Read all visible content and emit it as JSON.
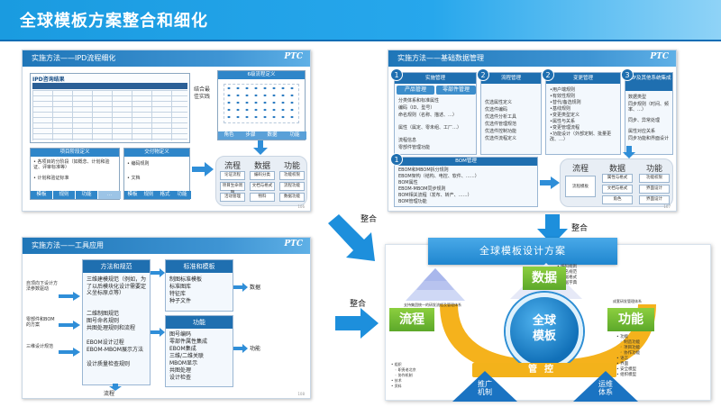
{
  "page_title": "全球模板方案整合和细化",
  "panels": {
    "ipd": {
      "title": "实施方法——IPD流程细化",
      "logo": "PTC",
      "consult_label": "IPD咨询结果",
      "six_level_label": "6级流程定义",
      "side_text": "结合最佳实践",
      "project_def_label": "项目阶段定义",
      "project_def_lines": [
        "• 各项目的分阶段（如概念、计划和验证、评审标准等）",
        "• 计划和验证标准"
      ],
      "deliverable_label": "交付物定义",
      "deliverable_lines": [
        "• 编码规则",
        "• 文档"
      ],
      "bottom_tabs": [
        "模板",
        "规则",
        "功能",
        "...",
        "模板",
        "规则",
        "格式",
        "功能"
      ],
      "columns_label": [
        "角色",
        "步骤",
        "数据",
        "功能"
      ],
      "group_labels": [
        "流程",
        "数据",
        "功能"
      ],
      "slots": [
        "论证流程",
        "项目生命周期",
        "活动管理",
        "编码分类",
        "文档与格式",
        "物料",
        "功能权限",
        "流程功能",
        "数据功能"
      ],
      "foot": "106"
    },
    "data": {
      "title": "实施方法——基础数据管理",
      "logo": "PTC",
      "steps": [
        {
          "num": "1",
          "label": "实施管理",
          "sub": [
            "产品管理",
            "零部件管理"
          ],
          "lines": [
            "分类体系和标准属性",
            "编码（ID、型号）",
            "命名规则（名称、描述、…）",
            "属性（属定、零未组、工厂…）",
            "流程信息",
            "零部件管理功能"
          ]
        },
        {
          "num": "2",
          "label": "流程管理",
          "lines": [
            "优选属性定义",
            "优选件编码",
            "优选件分析工具",
            "优选件管理规范",
            "优选件控制功能",
            "优选件流程定义"
          ]
        },
        {
          "num": "2",
          "label": "变更管理",
          "lines": [
            "•用户端规则",
            "•有效性规则",
            "•替代/备选规则",
            "•基线规则",
            "•变更类型定义",
            "•属性与关系",
            "•变更管理流程",
            "•功能设计（外部定制、批量更改、…）"
          ]
        },
        {
          "num": "3",
          "label": "ERP及其他系统集成",
          "lines": [
            "数据类型",
            "同步规则（时间、频率、…）",
            "同步、异常处理",
            "属性对应关系",
            "同步功能和界面设计"
          ]
        }
      ],
      "bom_label": "BOM管理",
      "bom_lines": [
        "EBOM和MBOM拆分规则",
        "EBOM架构（结构、电控、软件、……）",
        "BOM属性",
        "EBOM-MBOM同步规则",
        "BOM相关流程（发布、转产、……）",
        "BOM管理功能"
      ],
      "group_labels": [
        "流程",
        "数据",
        "功能"
      ],
      "slots": [
        "流程模板",
        "属性与格式",
        "文档与格式",
        "角色",
        "功能权限",
        "界面设计",
        "界面设计"
      ],
      "foot": "107"
    },
    "tools": {
      "title": "实施方法——工具应用",
      "logo": "PTC",
      "method_label": "方法和规范",
      "method_lines": [
        "三维建模规范（例如，为了以后模块化设计需要定义坐标原点等）",
        "二维制图规范",
        "图号命名规则",
        "共图处理规则和流程",
        "EBOM设计过程",
        "EBOM-MBOM展示方法",
        "设计质量检查规则"
      ],
      "left_notes": [
        "自顶向下设计方法参数驱动",
        "零部件和BOM的方案",
        "三维设计规范"
      ],
      "standard_label": "标准和模板",
      "standard_lines": [
        "制图标准模板",
        "标准图库",
        "特征库",
        "种子文件"
      ],
      "data_label": "数据",
      "function_label": "功能",
      "function_lines": [
        "图号编码",
        "零部件属性集成",
        "EBOM集成",
        "三维/二维关联",
        "MBOM显示",
        "共图处理",
        "设计检查"
      ],
      "function_out": "功能",
      "flow_label": "流程",
      "foot": "108"
    }
  },
  "arrows": {
    "upper_label": "整合",
    "lower_label": "整合",
    "right_label": "整合"
  },
  "central": {
    "title": "全球模板设计方案",
    "core": [
      "全球",
      "模板"
    ],
    "left": "流程",
    "top": "数据",
    "right": "功能",
    "bottom_band": "管控",
    "bottom_left": [
      "推广",
      "机制"
    ],
    "bottom_right": [
      "运维",
      "体系"
    ],
    "top_notes": [
      "• 编码规则",
      "• 命名规范",
      "• 数据格式",
      "• 数据字典"
    ],
    "left_note": "支持集团统一的研发流程及管理体系",
    "right_note": "成套研发管理体系",
    "right_lines": [
      "• 功能",
      "  ◦ 制造功能",
      "  ◦ 项目功能",
      "  ◦ 协作功能",
      "• 语言",
      "• 界面",
      "• 安全模型",
      "• 组织模型"
    ],
    "left_bottom_lines": [
      "• 组织",
      "  ◦ 职责老北京",
      "  ◦ 协作机制",
      "• 技术",
      "• 资料"
    ]
  }
}
